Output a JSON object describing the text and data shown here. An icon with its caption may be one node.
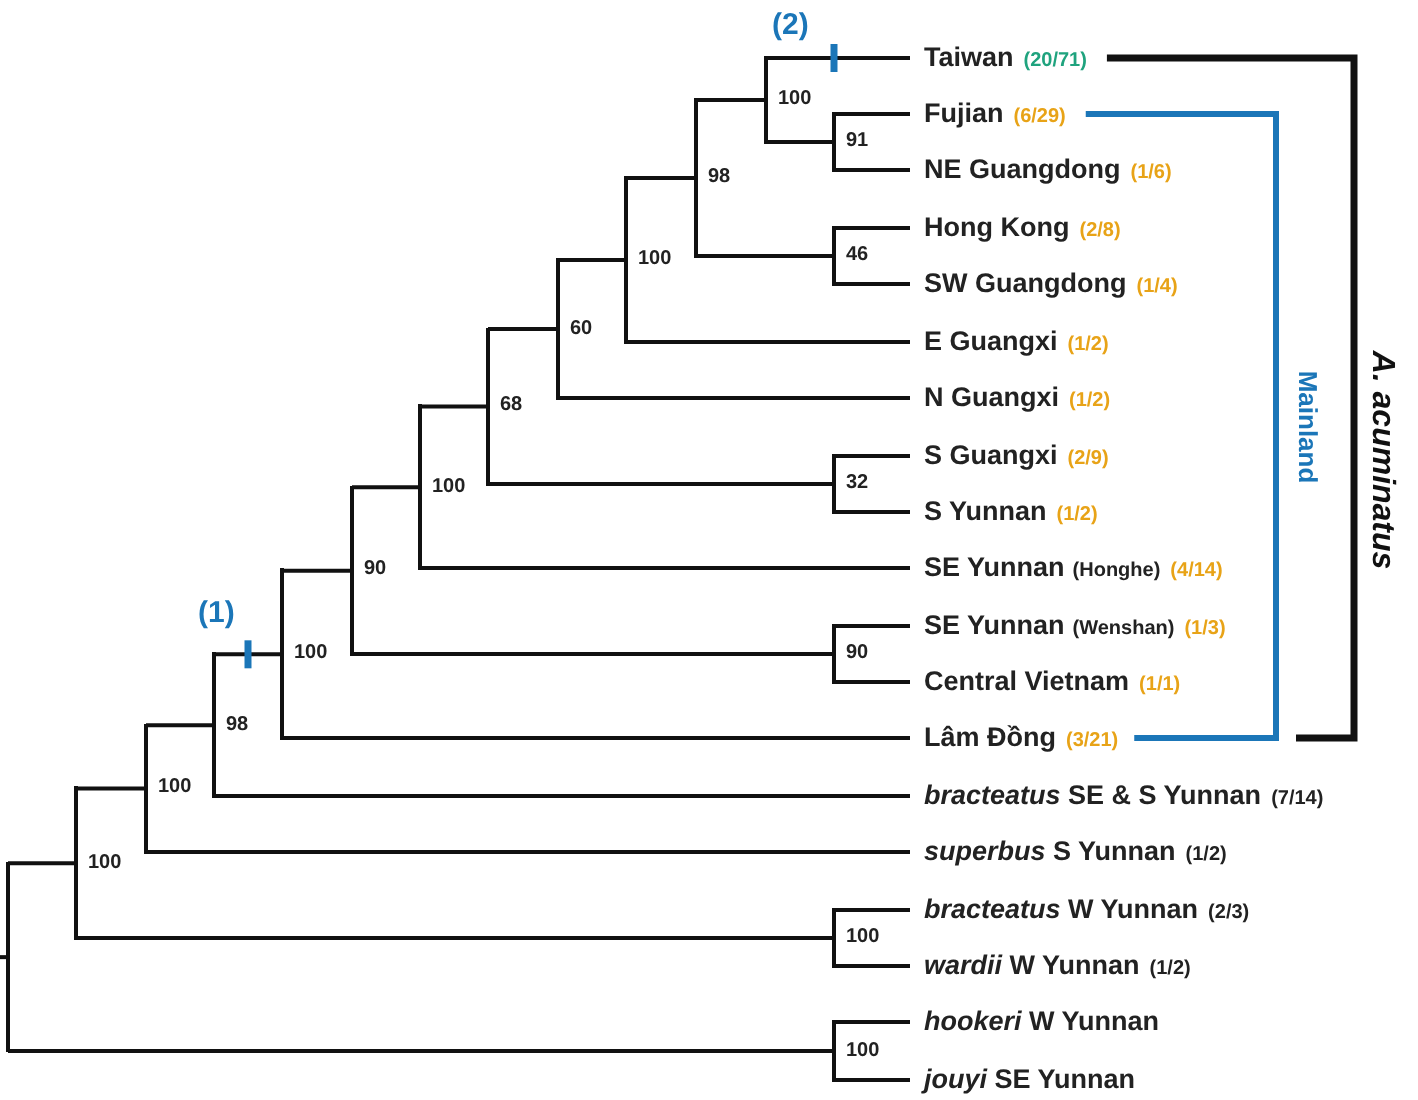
{
  "diagram": {
    "nodes": [
      {
        "text": [
          "Taiwan"
        ],
        "beside": [
          "(20/71)"
        ]
      },
      {
        "text": [
          "Fujian"
        ],
        "beside": [
          "(6/29)"
        ]
      },
      {
        "text": [
          "NE Guangdong"
        ],
        "beside": [
          "(1/6)"
        ]
      },
      {
        "text": [
          "Hong Kong"
        ],
        "beside": [
          "(2/8)"
        ]
      },
      {
        "text": [
          "SW Guangdong"
        ],
        "beside": [
          "(1/4)"
        ]
      },
      {
        "text": [
          "E Guangxi"
        ],
        "beside": [
          "(1/2)"
        ]
      },
      {
        "text": [
          "N Guangxi"
        ],
        "beside": [
          "(1/2)"
        ]
      },
      {
        "text": [
          "S Guangxi"
        ],
        "beside": [
          "(2/9)"
        ]
      },
      {
        "text": [
          "S Yunnan"
        ],
        "beside": [
          "(1/2)"
        ]
      },
      {
        "text": [
          "SE Yunnan",
          "(Honghe)"
        ],
        "beside": [
          "(4/14)"
        ]
      },
      {
        "text": [
          "SE Yunnan",
          "(Wenshan)"
        ],
        "beside": [
          "(1/3)"
        ]
      },
      {
        "text": [
          "Central Vietnam"
        ],
        "beside": [
          "(1/1)"
        ]
      },
      {
        "text": [
          "Lâm Đồng"
        ],
        "beside": [
          "(3/21)"
        ]
      },
      {
        "text": [
          "*bracteatus* SE & S Yunnan"
        ],
        "beside": [
          "(7/14)"
        ]
      },
      {
        "text": [
          "*superbus* S Yunnan"
        ],
        "beside": [
          "(1/2)"
        ]
      },
      {
        "text": [
          "*bracteatus* W Yunnan"
        ],
        "beside": [
          "(2/3)"
        ]
      },
      {
        "text": [
          "*wardii* W Yunnan"
        ],
        "beside": [
          "(1/2)"
        ]
      },
      {
        "text": [
          "*hookeri* W Yunnan"
        ]
      },
      {
        "text": [
          "*jouyi* SE Yunnan"
        ]
      },
      {
        "text": [],
        "shape": "bar"
      },
      {
        "text": [
          "100"
        ]
      },
      {
        "text": [
          "100"
        ]
      },
      {
        "text": [
          "98"
        ]
      },
      {
        "text": [
          "100"
        ]
      },
      {
        "text": [
          "90"
        ]
      },
      {
        "text": [
          "100"
        ]
      },
      {
        "text": [
          "68"
        ]
      },
      {
        "text": [
          "60"
        ]
      },
      {
        "text": [
          "100"
        ]
      },
      {
        "text": [
          "98"
        ]
      },
      {
        "text": [
          "100"
        ]
      },
      {
        "text": [
          "91"
        ]
      },
      {
        "text": [
          "46"
        ]
      },
      {
        "text": [
          "32"
        ]
      },
      {
        "text": [
          "90"
        ]
      },
      {
        "text": [
          "100"
        ]
      },
      {
        "text": [
          "100"
        ]
      }
    ],
    "edges": [
      {
        "from": 19,
        "to": 20,
        "arrow": "none"
      },
      {
        "from": 19,
        "to": 36,
        "arrow": "none"
      },
      {
        "from": 20,
        "to": 21,
        "arrow": "none"
      },
      {
        "from": 20,
        "to": 35,
        "arrow": "none"
      },
      {
        "from": 21,
        "to": 22,
        "arrow": "none"
      },
      {
        "from": 21,
        "to": 14,
        "arrow": "none"
      },
      {
        "from": 22,
        "to": 23,
        "arrow": "none"
      },
      {
        "from": 22,
        "to": 13,
        "arrow": "none"
      },
      {
        "from": 23,
        "to": 24,
        "arrow": "none"
      },
      {
        "from": 23,
        "to": 12,
        "arrow": "none"
      },
      {
        "from": 24,
        "to": 25,
        "arrow": "none"
      },
      {
        "from": 24,
        "to": 34,
        "arrow": "none"
      },
      {
        "from": 25,
        "to": 26,
        "arrow": "none"
      },
      {
        "from": 25,
        "to": 9,
        "arrow": "none"
      },
      {
        "from": 26,
        "to": 27,
        "arrow": "none"
      },
      {
        "from": 26,
        "to": 33,
        "arrow": "none"
      },
      {
        "from": 27,
        "to": 28,
        "arrow": "none"
      },
      {
        "from": 27,
        "to": 6,
        "arrow": "none"
      },
      {
        "from": 28,
        "to": 29,
        "arrow": "none"
      },
      {
        "from": 28,
        "to": 5,
        "arrow": "none"
      },
      {
        "from": 29,
        "to": 30,
        "arrow": "none"
      },
      {
        "from": 29,
        "to": 32,
        "arrow": "none"
      },
      {
        "from": 30,
        "to": 0,
        "arrow": "none"
      },
      {
        "from": 30,
        "to": 31,
        "arrow": "none"
      },
      {
        "from": 31,
        "to": 1,
        "arrow": "none"
      },
      {
        "from": 31,
        "to": 2,
        "arrow": "none"
      },
      {
        "from": 32,
        "to": 3,
        "arrow": "none"
      },
      {
        "from": 32,
        "to": 4,
        "arrow": "none"
      },
      {
        "from": 33,
        "to": 7,
        "arrow": "none"
      },
      {
        "from": 33,
        "to": 8,
        "arrow": "none"
      },
      {
        "from": 34,
        "to": 10,
        "arrow": "none"
      },
      {
        "from": 34,
        "to": 11,
        "arrow": "none"
      },
      {
        "from": 35,
        "to": 15,
        "arrow": "none"
      },
      {
        "from": 35,
        "to": 16,
        "arrow": "none"
      },
      {
        "from": 36,
        "to": 17,
        "arrow": "none"
      },
      {
        "from": 36,
        "to": 18,
        "arrow": "none"
      }
    ],
    "labels": [
      "(2)",
      "Mainland",
      "A. acuminatus",
      "(1)"
    ]
  }
}
